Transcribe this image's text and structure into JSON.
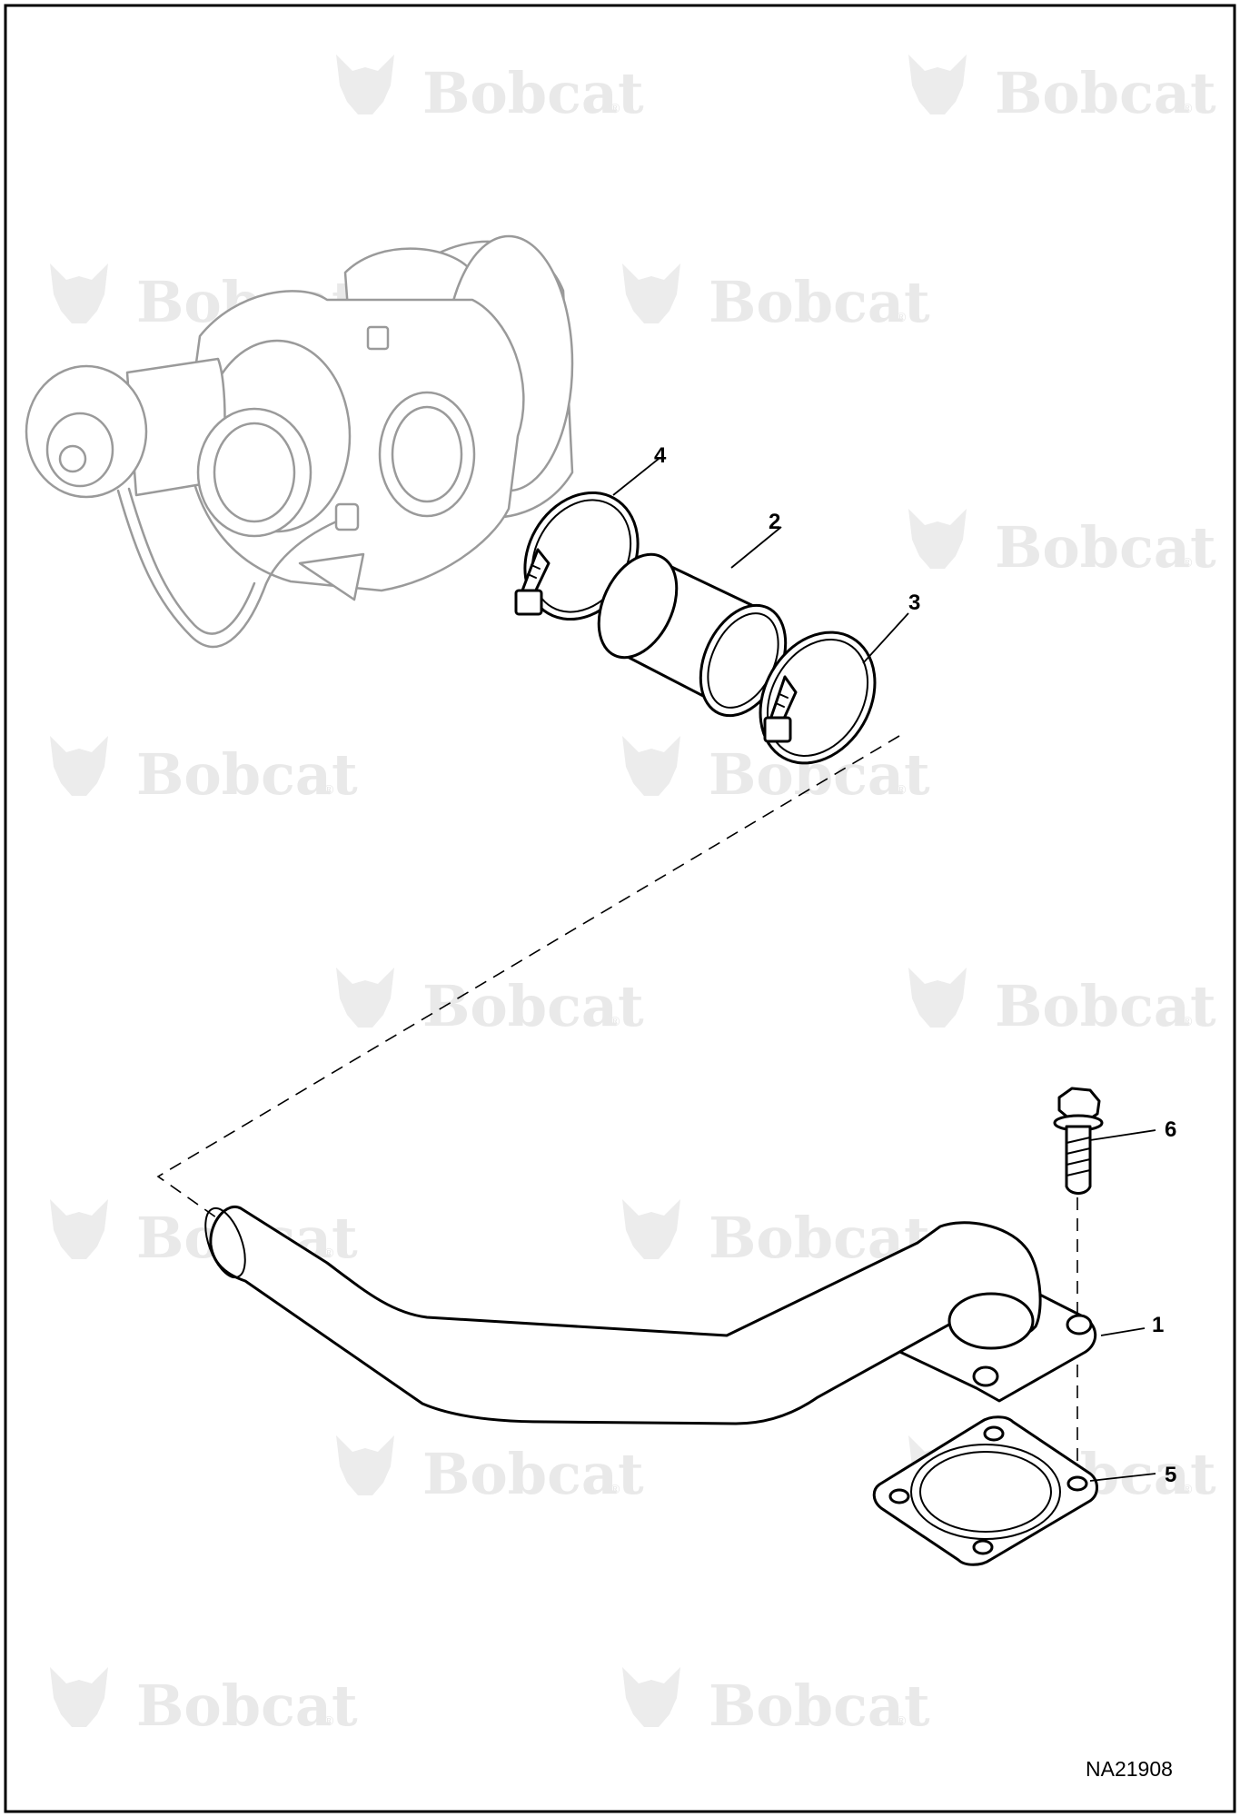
{
  "watermark": {
    "brand": "Bobcat",
    "mark": "®"
  },
  "callouts": [
    {
      "id": "1",
      "label": "1"
    },
    {
      "id": "2",
      "label": "2"
    },
    {
      "id": "3",
      "label": "3"
    },
    {
      "id": "4",
      "label": "4"
    },
    {
      "id": "5",
      "label": "5"
    },
    {
      "id": "6",
      "label": "6"
    }
  ],
  "drawing_code": "NA21908"
}
